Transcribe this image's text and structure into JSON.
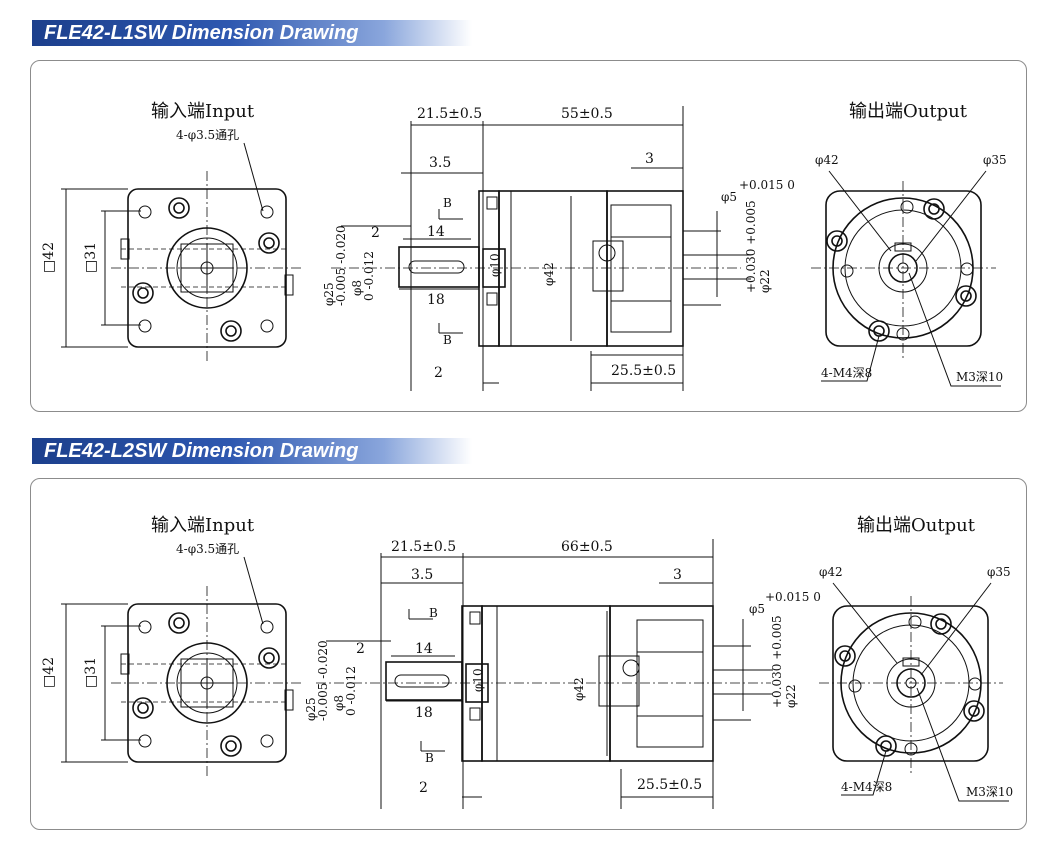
{
  "sections": [
    {
      "title": "FLE42-L1SW Dimension Drawing",
      "input_label": "输入端Input",
      "input_hole": "4-φ3.5通孔",
      "input_square_outer": "□42",
      "input_square_inner": "□31",
      "output_label": "输出端Output",
      "output_d42": "φ42",
      "output_d35": "φ35",
      "output_m4": "4-M4深8",
      "output_m3": "M3深10",
      "dim_flange": "21.5±0.5",
      "dim_body": "55±0.5",
      "dim_3_5": "3.5",
      "dim_3": "3",
      "dim_2_top": "2",
      "dim_14": "14",
      "dim_18": "18",
      "dim_2_bottom": "2",
      "dim_25_5": "25.5±0.5",
      "dim_b": "B",
      "dim_phi10": "φ10",
      "dim_phi42": "φ42",
      "dim_phi25": "φ25",
      "tol_phi25": "-0.005 -0.020",
      "dim_phi8": "φ8",
      "tol_phi8": "0 -0.012",
      "dim_phi5": "φ5",
      "tol_phi5": "+0.015 0",
      "dim_phi22": "φ22",
      "tol_phi22": "+0.030 +0.005"
    },
    {
      "title": "FLE42-L2SW Dimension Drawing",
      "input_label": "输入端Input",
      "input_hole": "4-φ3.5通孔",
      "input_square_outer": "□42",
      "input_square_inner": "□31",
      "output_label": "输出端Output",
      "output_d42": "φ42",
      "output_d35": "φ35",
      "output_m4": "4-M4深8",
      "output_m3": "M3深10",
      "dim_flange": "21.5±0.5",
      "dim_body": "66±0.5",
      "dim_3_5": "3.5",
      "dim_3": "3",
      "dim_2_top": "2",
      "dim_14": "14",
      "dim_18": "18",
      "dim_2_bottom": "2",
      "dim_25_5": "25.5±0.5",
      "dim_b": "B",
      "dim_phi10": "φ10",
      "dim_phi42": "φ42",
      "dim_phi25": "φ25",
      "tol_phi25": "-0.005 -0.020",
      "dim_phi8": "φ8",
      "tol_phi8": "0 -0.012",
      "dim_phi5": "φ5",
      "tol_phi5": "+0.015 0",
      "dim_phi22": "φ22",
      "tol_phi22": "+0.030 +0.005"
    }
  ]
}
